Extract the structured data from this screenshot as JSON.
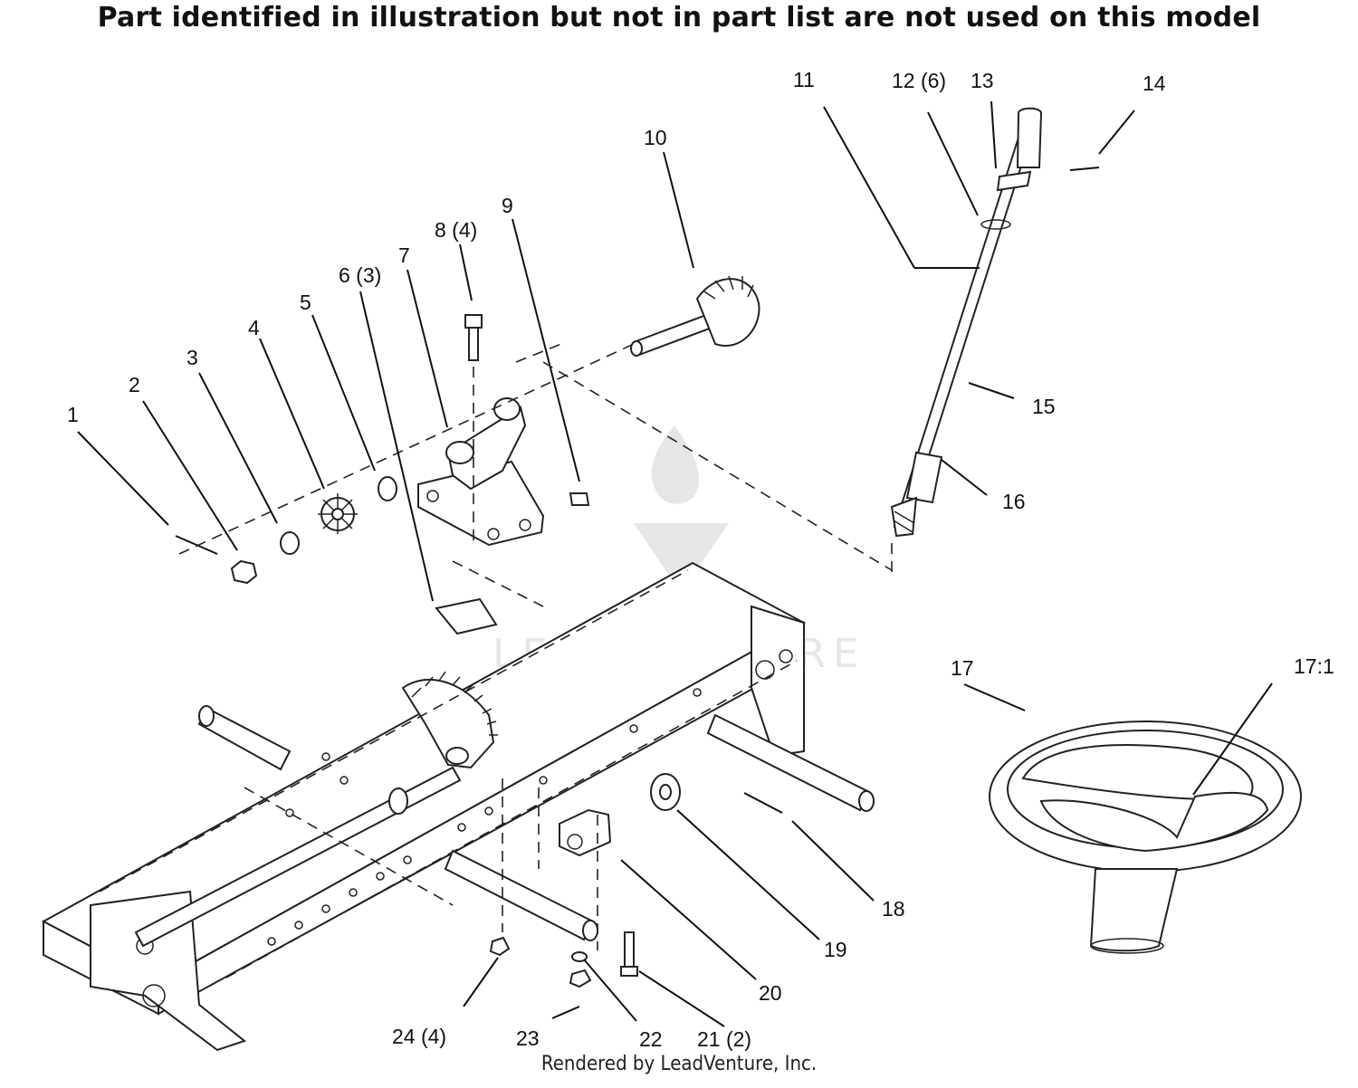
{
  "notice": "Part identified in illustration but not in part list are not used on this model",
  "credit": "Rendered by LeadVenture, Inc.",
  "watermark": "LEADVENTURE",
  "callouts": [
    {
      "id": "1",
      "label": "1"
    },
    {
      "id": "2",
      "label": "2"
    },
    {
      "id": "3",
      "label": "3"
    },
    {
      "id": "4",
      "label": "4"
    },
    {
      "id": "5",
      "label": "5"
    },
    {
      "id": "6",
      "label": "6 (3)"
    },
    {
      "id": "7",
      "label": "7"
    },
    {
      "id": "8",
      "label": "8 (4)"
    },
    {
      "id": "9",
      "label": "9"
    },
    {
      "id": "10",
      "label": "10"
    },
    {
      "id": "11",
      "label": "11"
    },
    {
      "id": "12",
      "label": "12 (6)"
    },
    {
      "id": "13",
      "label": "13"
    },
    {
      "id": "14",
      "label": "14"
    },
    {
      "id": "15",
      "label": "15"
    },
    {
      "id": "16",
      "label": "16"
    },
    {
      "id": "17",
      "label": "17"
    },
    {
      "id": "17_1",
      "label": "17:1"
    },
    {
      "id": "18",
      "label": "18"
    },
    {
      "id": "19",
      "label": "19"
    },
    {
      "id": "20",
      "label": "20"
    },
    {
      "id": "21",
      "label": "21 (2)"
    },
    {
      "id": "22",
      "label": "22"
    },
    {
      "id": "23",
      "label": "23"
    },
    {
      "id": "24",
      "label": "24 (4)"
    }
  ]
}
